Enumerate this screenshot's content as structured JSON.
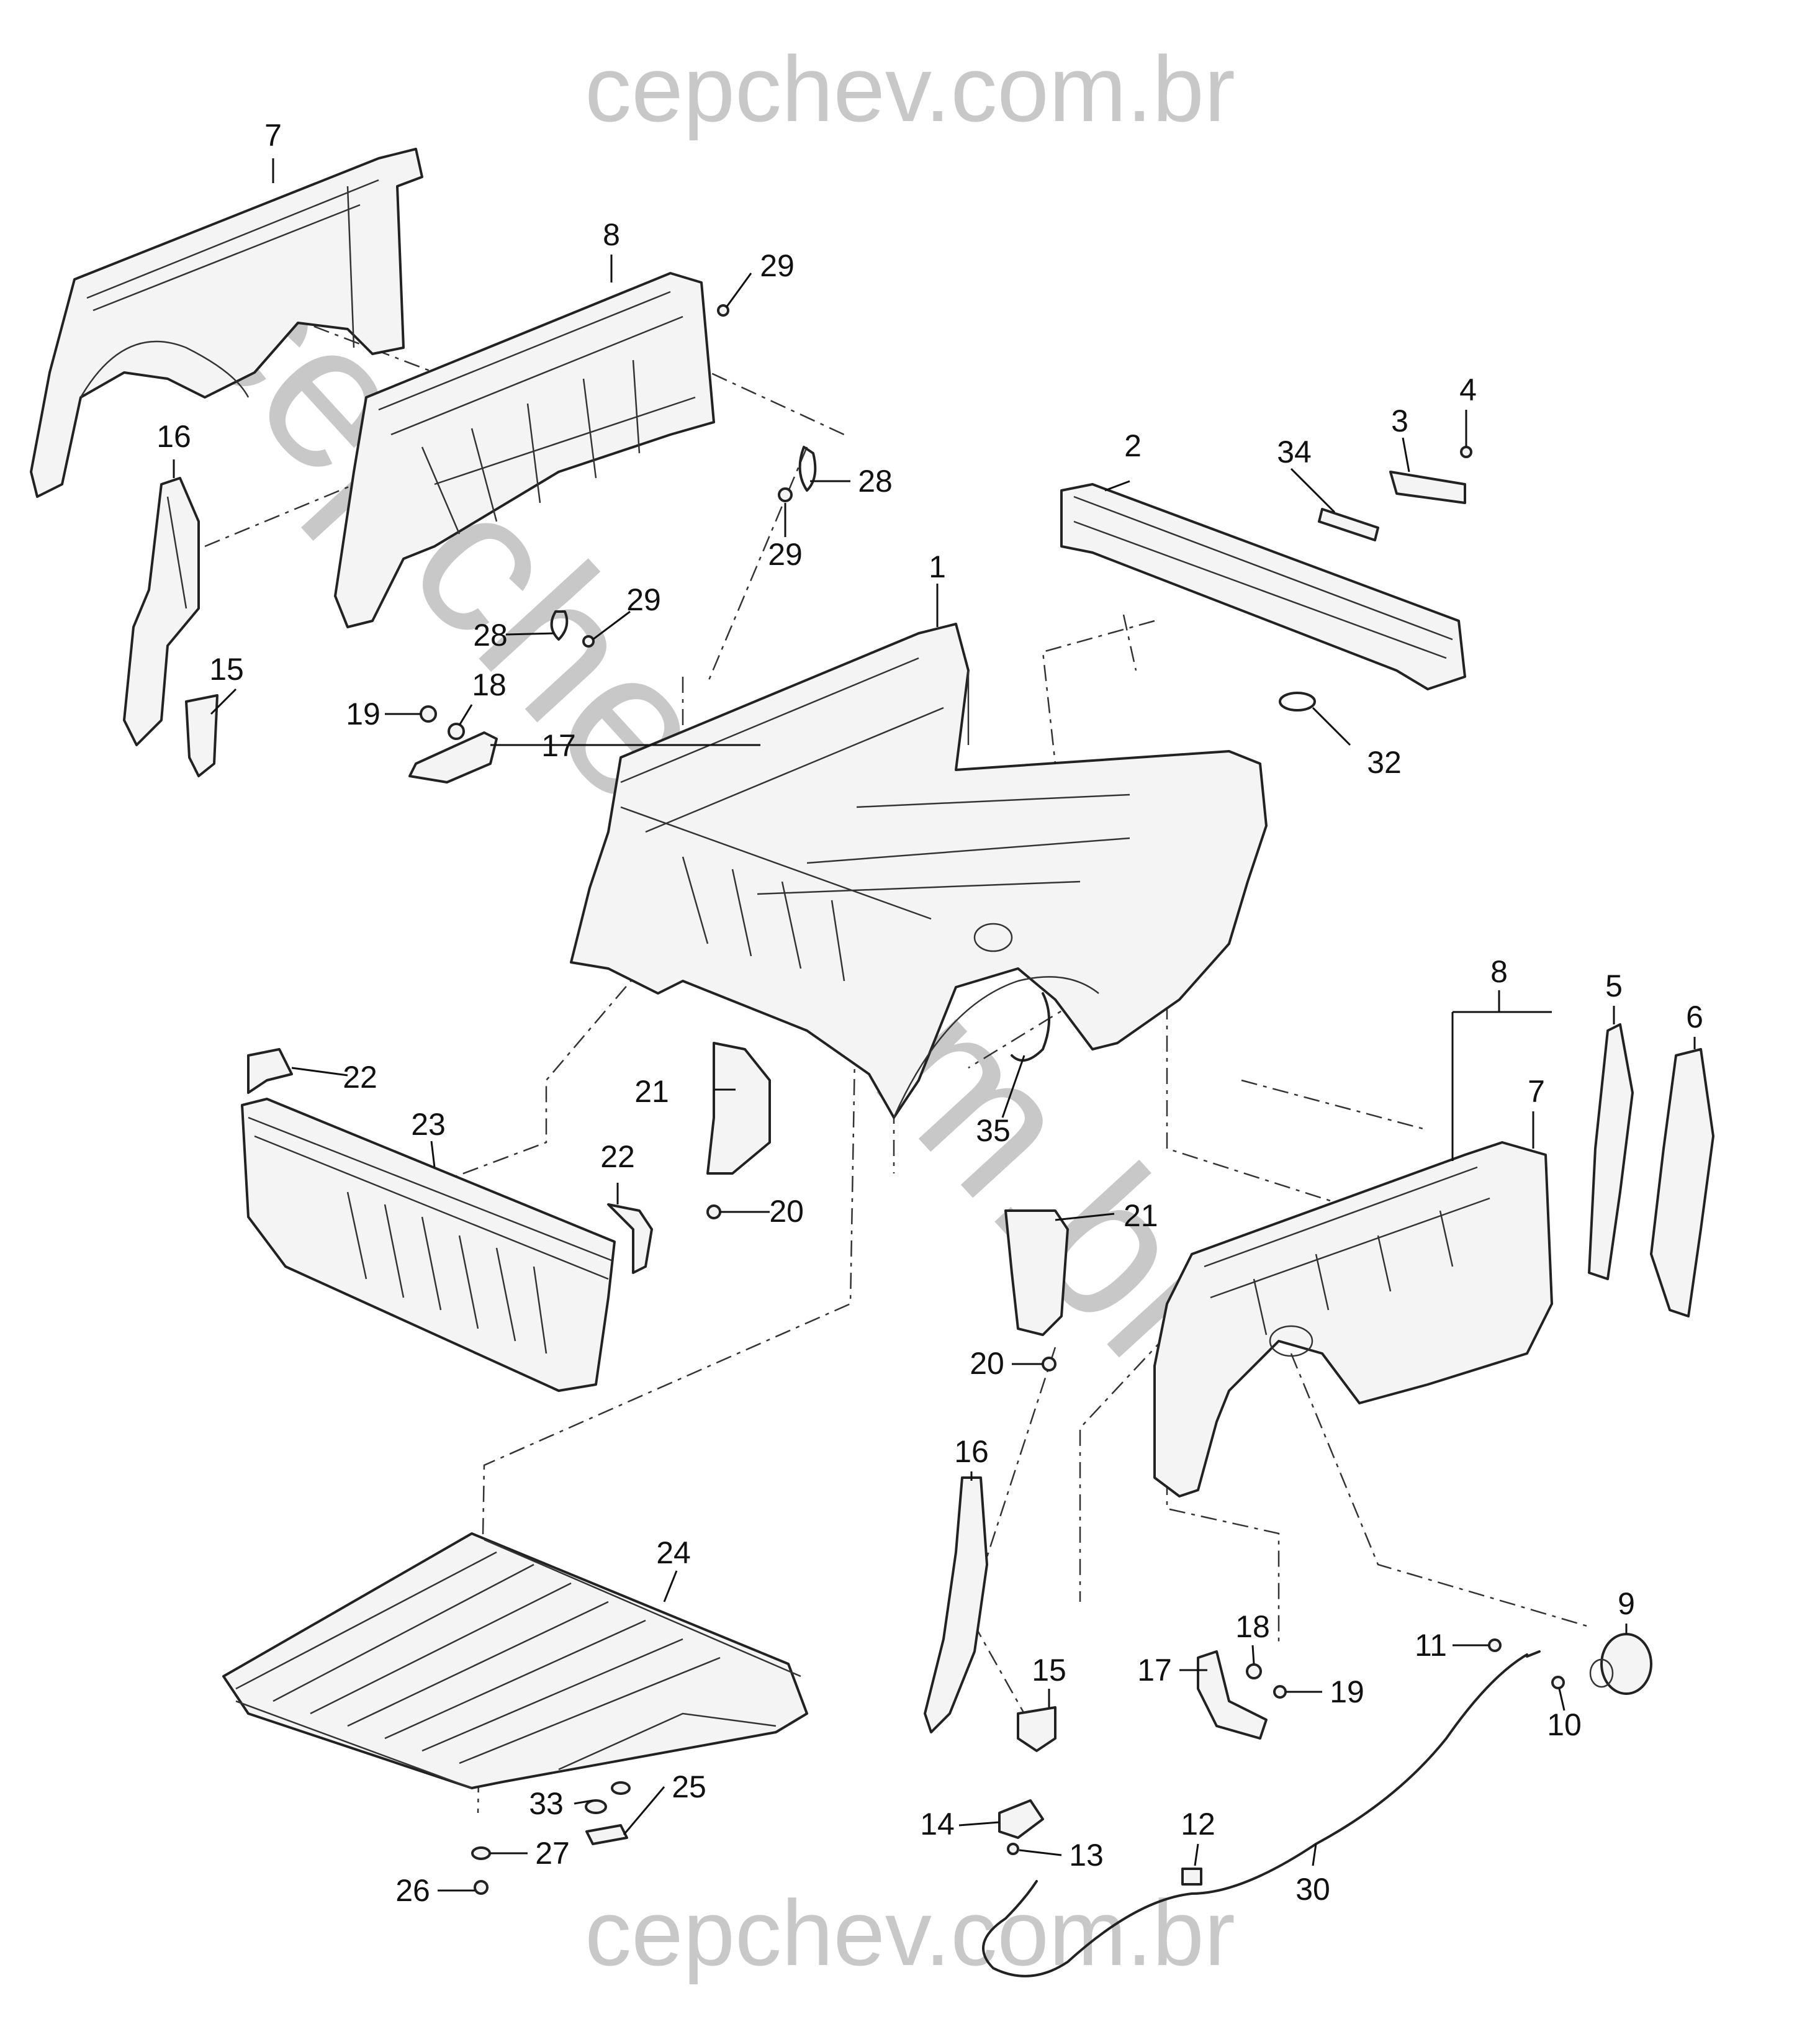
{
  "watermark": {
    "top": "cepchev.com.br",
    "bottom": "cepchev.com.br",
    "diagonal": "cepchev.com.br"
  },
  "callouts": {
    "c7a": "7",
    "c8a": "8",
    "c29a": "29",
    "c16a": "16",
    "c28a": "28",
    "c29b": "29",
    "c28b": "28",
    "c29c": "29",
    "c15a": "15",
    "c19a": "19",
    "c18a": "18",
    "c17a": "17",
    "c2": "2",
    "c34": "34",
    "c3": "3",
    "c4": "4",
    "c32": "32",
    "c1": "1",
    "c22a": "22",
    "c23": "23",
    "c21a": "21",
    "c22b": "22",
    "c20a": "20",
    "c35": "35",
    "c8b": "8",
    "c7b": "7",
    "c5": "5",
    "c6": "6",
    "c21b": "21",
    "c20b": "20",
    "c16b": "16",
    "c24": "24",
    "c9": "9",
    "c11": "11",
    "c18b": "18",
    "c17b": "17",
    "c19b": "19",
    "c15b": "15",
    "c10": "10",
    "c33": "33",
    "c25": "25",
    "c14": "14",
    "c13": "13",
    "c12": "12",
    "c30": "30",
    "c27": "27",
    "c26": "26"
  }
}
